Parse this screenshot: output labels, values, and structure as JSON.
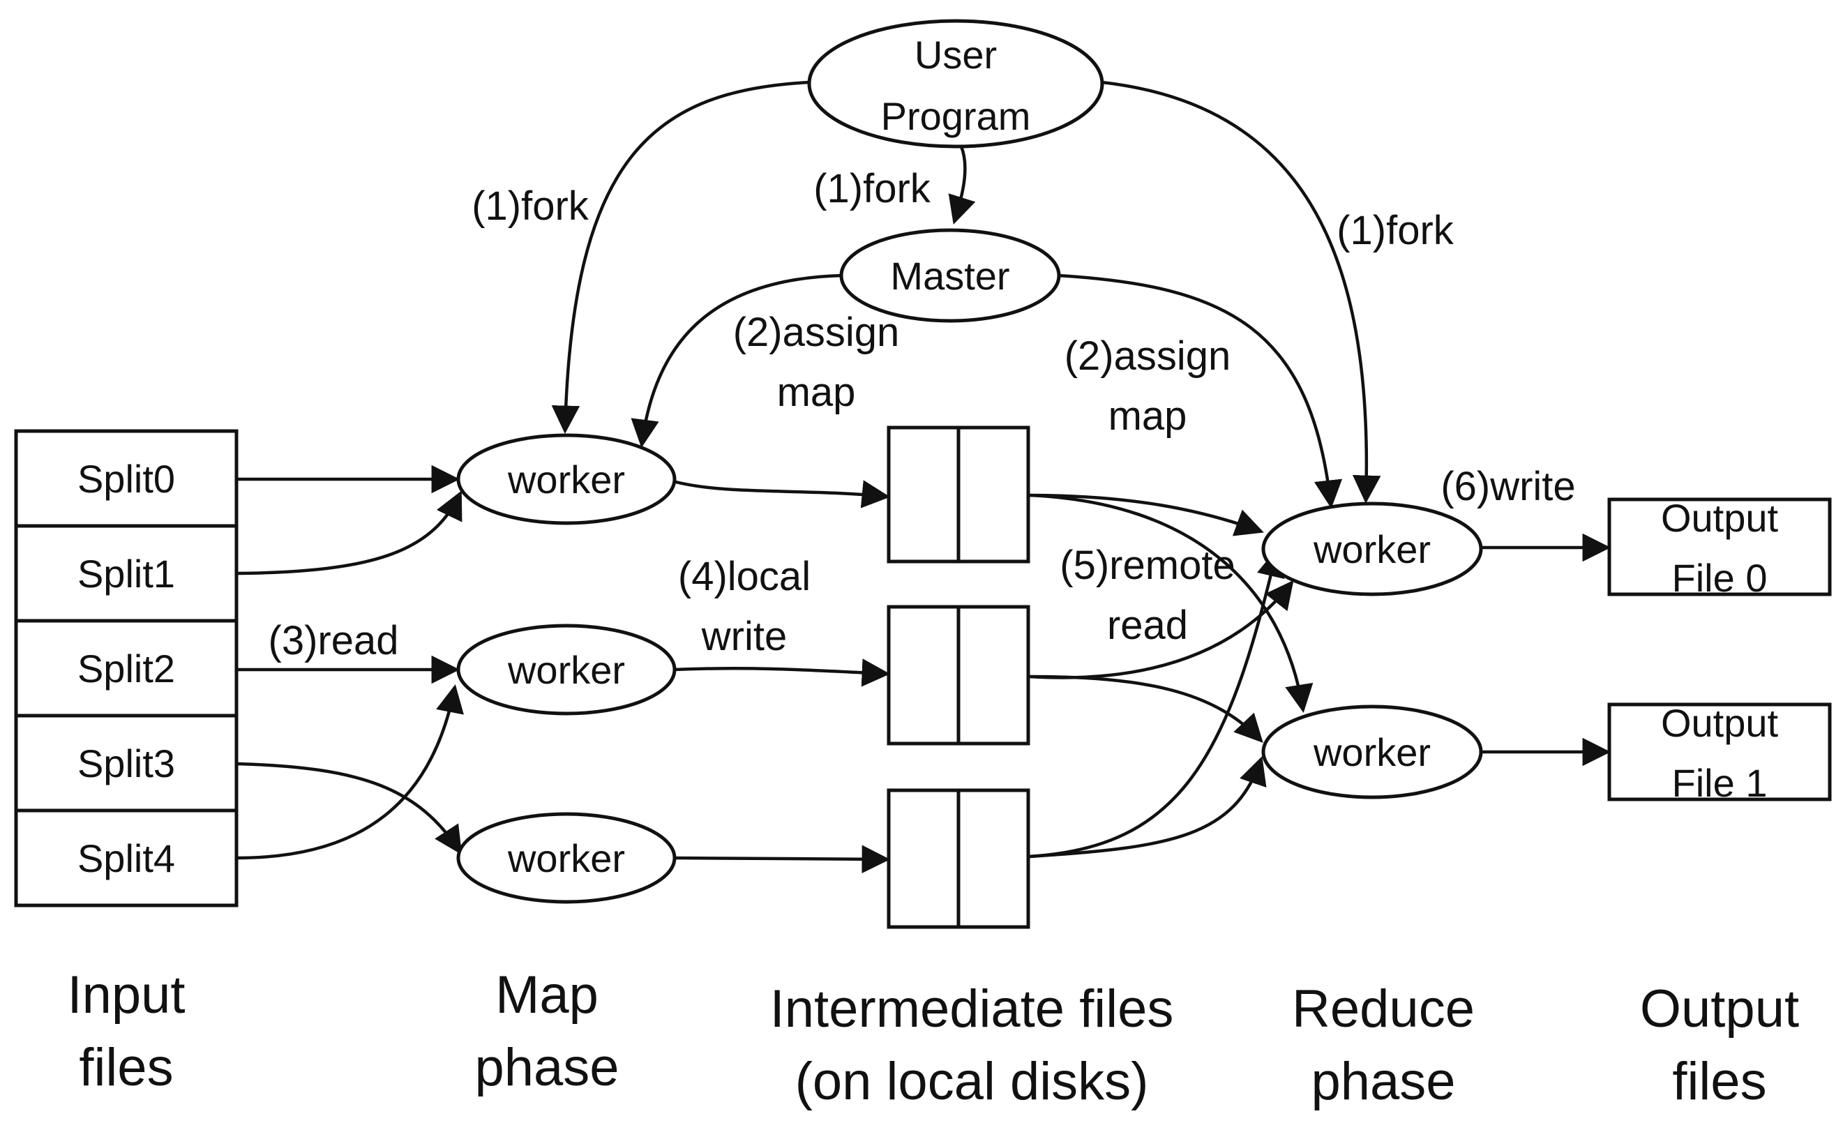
{
  "nodes": {
    "user_program": [
      "User",
      "Program"
    ],
    "master": "Master",
    "map_worker": "worker",
    "reduce_worker": "worker",
    "splits": [
      "Split0",
      "Split1",
      "Split2",
      "Split3",
      "Split4"
    ],
    "output_files": [
      [
        "Output",
        "File 0"
      ],
      [
        "Output",
        "File 1"
      ]
    ]
  },
  "edges": {
    "fork": "(1)fork",
    "assign_map_1": [
      "(2)assign",
      "map"
    ],
    "assign_map_2": [
      "(2)assign",
      "map"
    ],
    "read": "(3)read",
    "local_write": [
      "(4)local",
      "write"
    ],
    "remote_read": [
      "(5)remote",
      "read"
    ],
    "write": "(6)write"
  },
  "phases": {
    "input": [
      "Input",
      "files"
    ],
    "map": [
      "Map",
      "phase"
    ],
    "intermediate": [
      "Intermediate files",
      "(on local disks)"
    ],
    "reduce": [
      "Reduce",
      "phase"
    ],
    "output": [
      "Output",
      "files"
    ]
  }
}
